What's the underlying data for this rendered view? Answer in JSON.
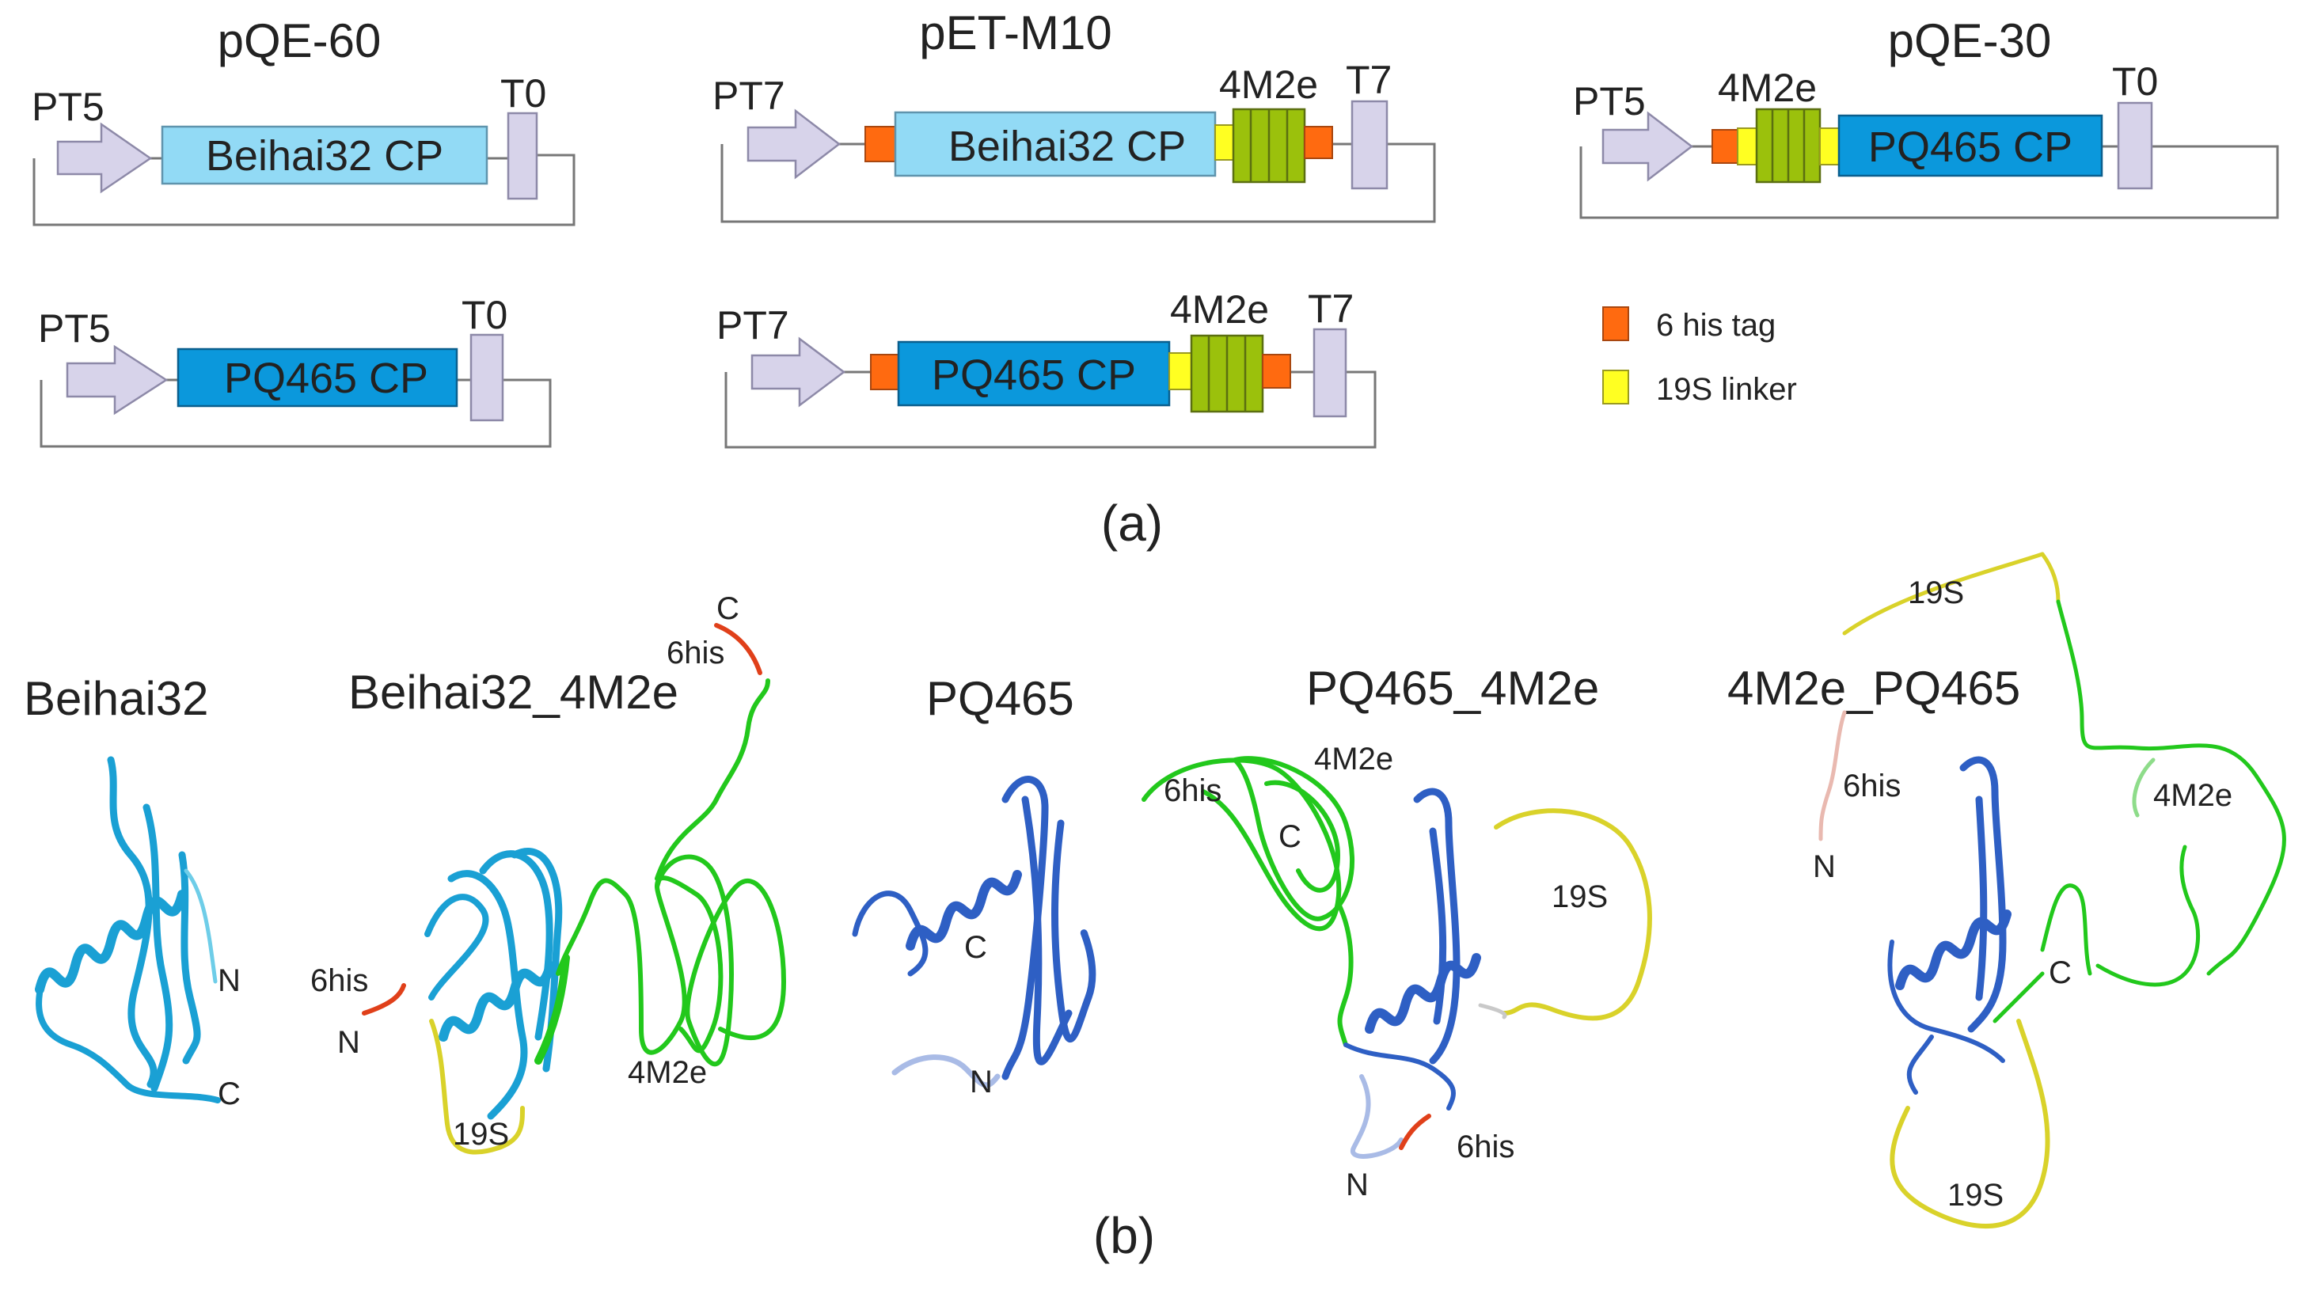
{
  "panel_a": {
    "label": "(a)",
    "constructs": {
      "pqe60": {
        "title": "pQE-60",
        "top": {
          "promoter": "PT5",
          "gene": "Beihai32 CP",
          "terminator": "T0"
        },
        "bottom": {
          "promoter": "PT5",
          "gene": "PQ465 CP",
          "terminator": "T0"
        }
      },
      "petm10": {
        "title": "pET-M10",
        "top": {
          "promoter": "PT7",
          "gene": "Beihai32 CP",
          "insert": "4M2e",
          "terminator": "T7"
        },
        "bottom": {
          "promoter": "PT7",
          "gene": "PQ465 CP",
          "insert": "4M2e",
          "terminator": "T7"
        }
      },
      "pqe30": {
        "title": "pQE-30",
        "top": {
          "promoter": "PT5",
          "insert": "4M2e",
          "gene": "PQ465 CP",
          "terminator": "T0"
        }
      }
    },
    "legend": [
      {
        "label": "6 his tag",
        "color": "#ff6a10"
      },
      {
        "label": "19S linker",
        "color": "#ffff22"
      }
    ],
    "colors": {
      "promoter": "#d7d3ea",
      "terminator": "#d7d3ea",
      "beihai_cp": "#92daf5",
      "pq465_cp": "#0b98dc",
      "m2e": "#9bc10c",
      "his_tag": "#ff6a10",
      "linker": "#ffff22"
    }
  },
  "panel_b": {
    "label": "(b)",
    "structures": [
      {
        "title": "Beihai32",
        "n": "N",
        "c": "C"
      },
      {
        "title": "Beihai32_4M2e",
        "c": "C",
        "his": "6his",
        "his_left": "6his",
        "n": "N",
        "linker": "19S",
        "m2e": "4M2e"
      },
      {
        "title": "PQ465",
        "c": "C",
        "n": "N"
      },
      {
        "title": "PQ465_4M2e",
        "his_top": "6his",
        "m2e": "4M2e",
        "c": "C",
        "linker": "19S",
        "his": "6his",
        "n": "N"
      },
      {
        "title": "4M2e_PQ465",
        "linker_top": "19S",
        "his": "6his",
        "n": "N",
        "m2e": "4M2e",
        "c": "C",
        "linker": "19S"
      }
    ],
    "colors": {
      "beihai": "#1aa0d4",
      "pq465": "#2e5fc4",
      "m2e": "#22c81c",
      "his": "#e0401a",
      "linker": "#d9d22a"
    }
  }
}
